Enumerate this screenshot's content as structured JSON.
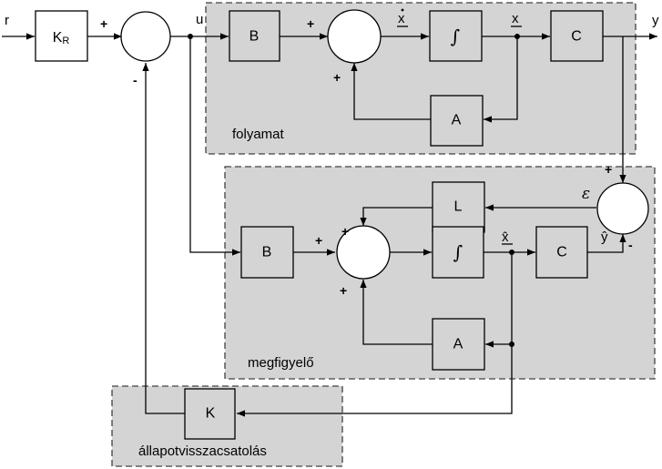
{
  "regions": {
    "plant": "folyamat",
    "observer": "megfigyelő",
    "feedback": "állapotvisszacsatolás"
  },
  "blocks": {
    "kr_main": "K",
    "kr_sub": "R",
    "plant_b": "B",
    "plant_integrator": "∫",
    "plant_c": "C",
    "plant_a": "A",
    "obs_l": "L",
    "obs_b": "B",
    "obs_integrator": "∫",
    "obs_c": "C",
    "obs_a": "A",
    "k": "K"
  },
  "signals": {
    "r": "r",
    "u": "u",
    "y": "y",
    "x_dot": "x",
    "x": "x",
    "x_hat": "x̂",
    "y_hat": "ŷ",
    "epsilon": "ε"
  },
  "signs": {
    "plus": "+",
    "minus": "-"
  }
}
